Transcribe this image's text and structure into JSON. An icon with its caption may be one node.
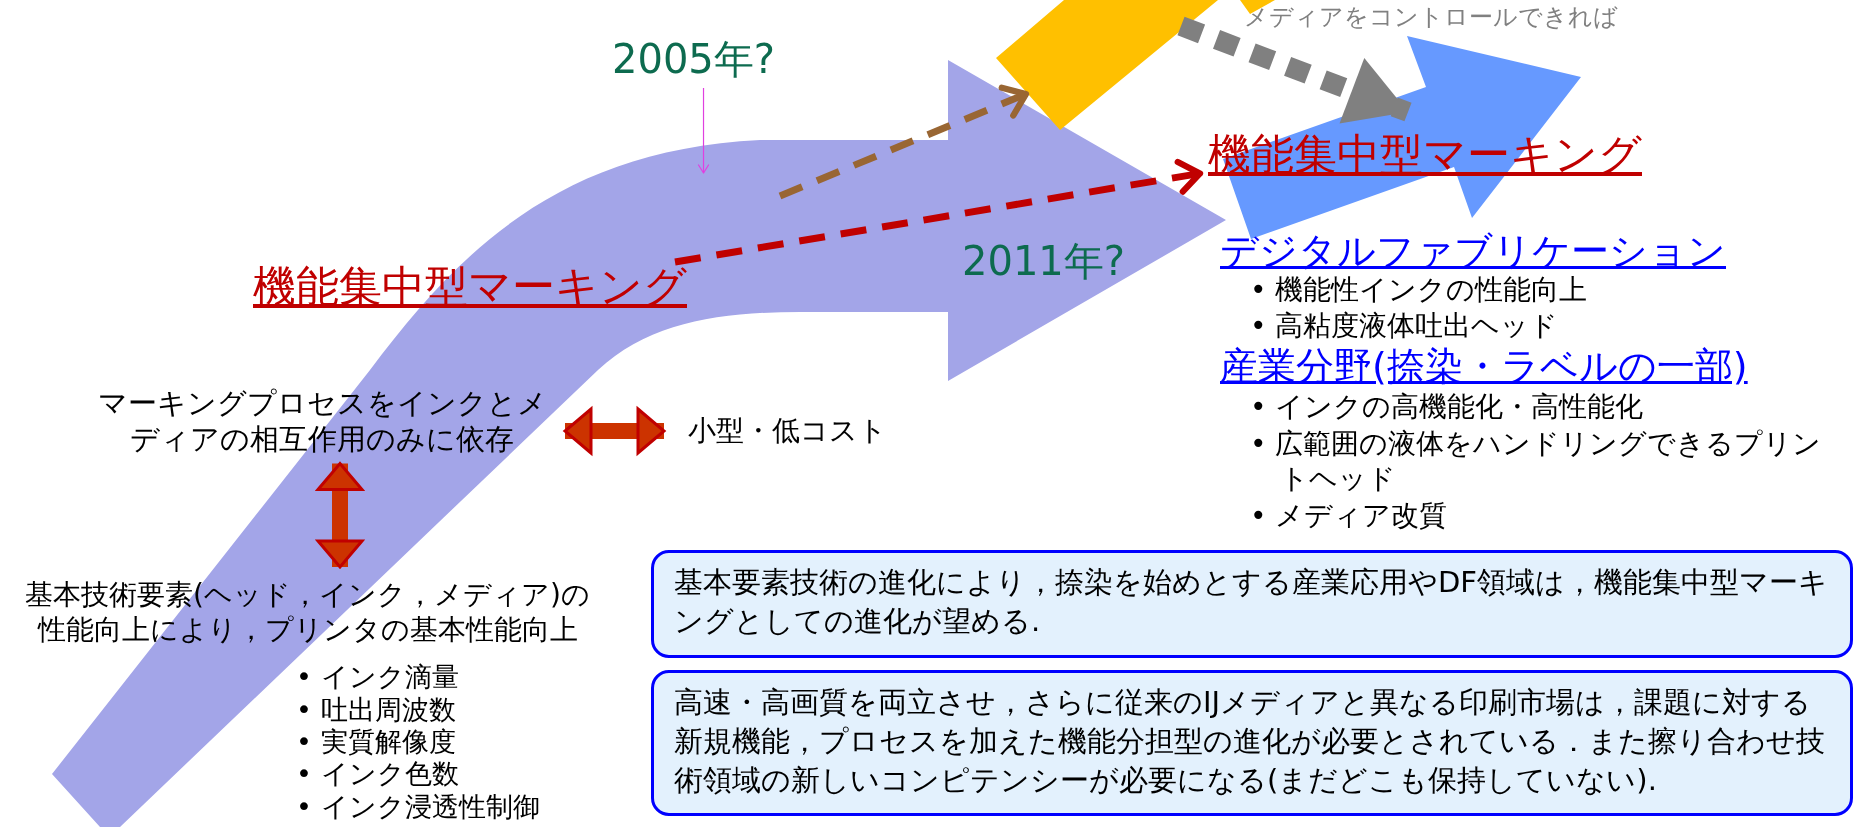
{
  "diagram": {
    "nodes": [
      {
        "text": [
          "機能集中型マーキング"
        ]
      },
      {
        "text": [
          "2005年?"
        ]
      },
      {
        "text": [],
        "shape": "arrow"
      },
      {
        "text": [],
        "shape": "arrow"
      },
      {
        "text": [
          "機能集中型マーキング"
        ]
      },
      {
        "text": [
          "マーキングプロセスをインクとメディアの相互作用のみに依存"
        ]
      },
      {
        "text": [
          "小型・低コスト"
        ]
      },
      {
        "text": [
          "基本技術要素(ヘッド，インク，メディア)の性能向上により，プリンタの基本性能向上"
        ]
      },
      {
        "text": [
          "基本要素技術の進化により，捺染を始めとする産業応用やDF領域は，機能集中型マーキングとしての進化が望める."
        ]
      },
      {
        "text": [
          "高速・高画質を両立させ，さらに従来のIJメディアと異なる印刷市場は，課題に対する新規機能，プロセスを加えた機能分担型の進化が必要とされている．また擦り合わせ技術領域の新しいコンピテンシーが必要になる(まだどこも保持していない)."
        ]
      }
    ],
    "edges": [
      {
        "from": 0,
        "to": 4,
        "arrow": "to",
        "style": "dashed"
      },
      {
        "from": null,
        "to": 2,
        "arrow": "to",
        "style": "dashed",
        "color": "#996633"
      },
      {
        "from": 2,
        "to": 3,
        "arrow": "to",
        "style": "dashed",
        "color": "#808080"
      },
      {
        "from": 1,
        "to": null,
        "arrow": "to",
        "color": "#e040e0"
      },
      {
        "from": 5,
        "to": 6,
        "arrow": "both",
        "style": "thick"
      },
      {
        "from": 5,
        "to": 7,
        "arrow": "both",
        "style": "thick"
      }
    ],
    "labels": [
      "メディアをコントロールできれば",
      "2011年?",
      "デジタルファブリケーション",
      "• 機能性インクの性能向上",
      "• 高粘度液体吐出ヘッド",
      "産業分野(捺染・ラベルの一部)",
      "• インクの高機能化・高性能化",
      "• 広範囲の液体をハンドリングできるプリントヘッド",
      "• メディア改質",
      "• インク滴量",
      "• 吐出周波数",
      "• 実質解像度",
      "• インク色数",
      "• インク浸透性制御"
    ]
  }
}
